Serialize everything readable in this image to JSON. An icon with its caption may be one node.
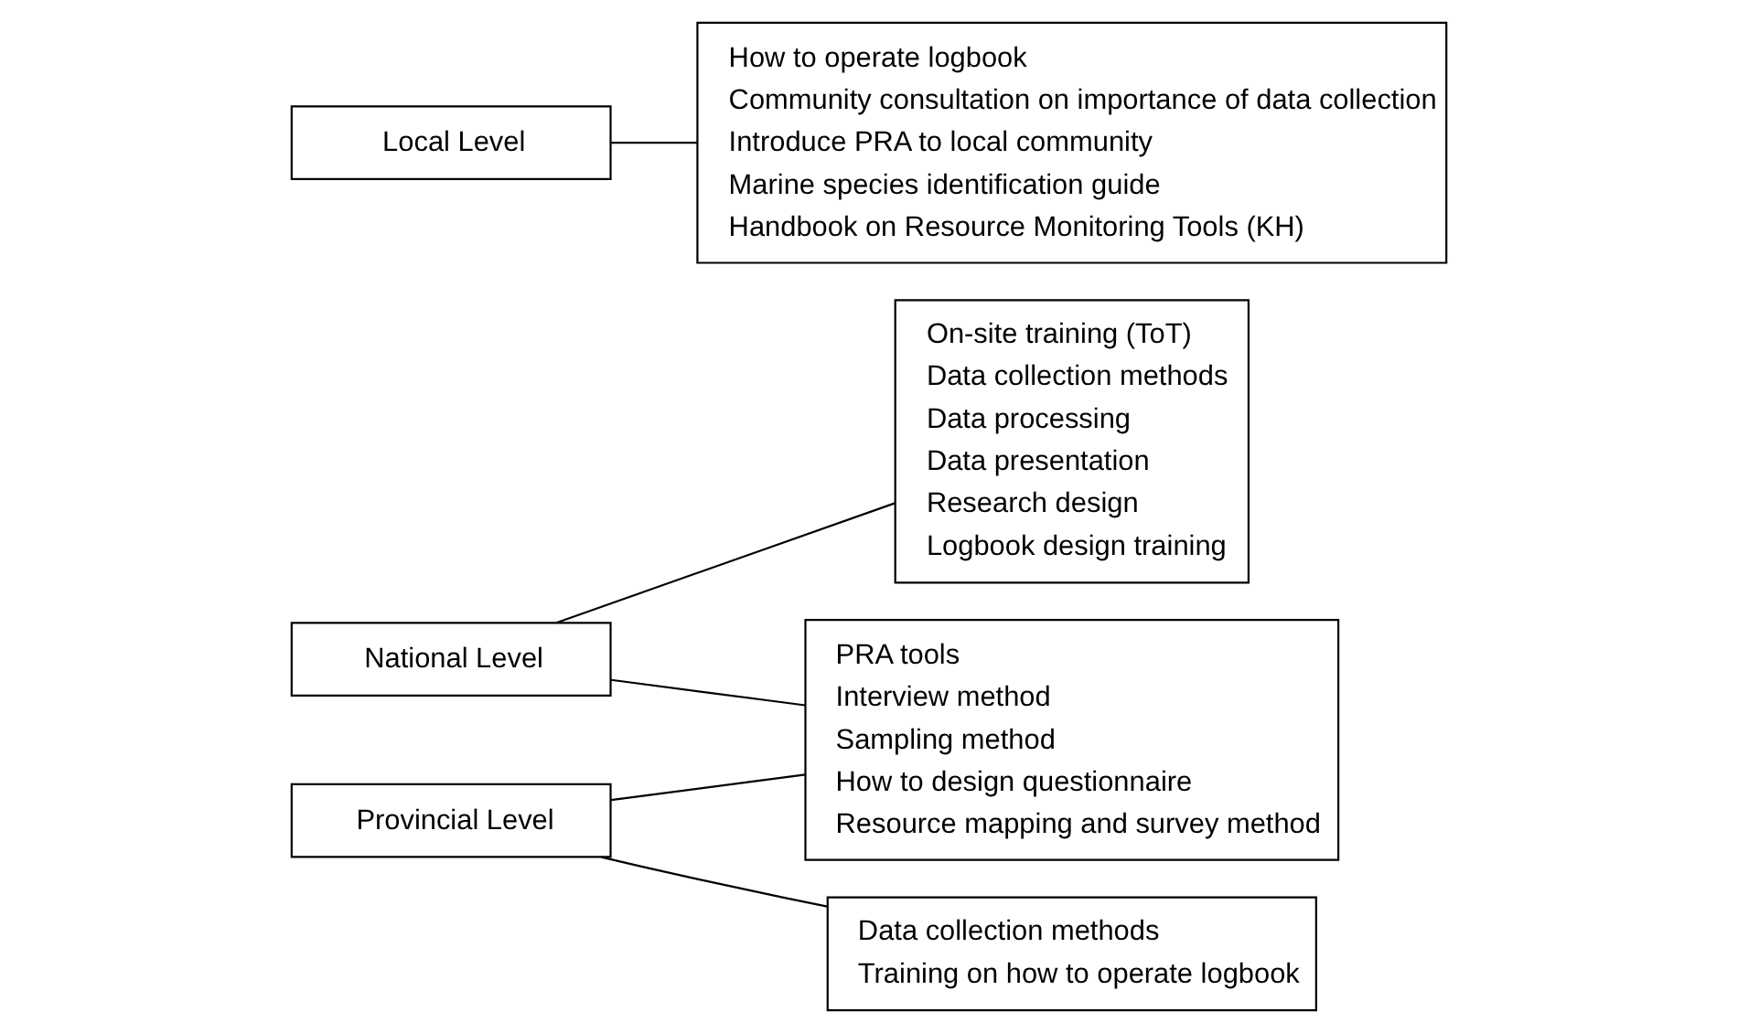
{
  "diagram": {
    "nodes": [
      {
        "text": [
          "National Level"
        ]
      },
      {
        "text": [
          "PRA tools",
          "Interview method",
          "Sampling method",
          "How to design questionnaire",
          "Resource mapping and survey method"
        ]
      },
      {
        "text": [
          "On-site training (ToT)",
          "Data collection methods",
          "Data processing",
          "Data presentation",
          "Research design",
          "Logbook design training"
        ]
      },
      {
        "text": [
          "Data collection methods",
          "Training on how to operate logbook"
        ]
      },
      {
        "text": [
          "Provincial Level"
        ]
      },
      {
        "text": [
          "How to operate logbook",
          "Community consultation on importance of data collection",
          "Introduce PRA to local community",
          "Marine species identification guide",
          "Handbook on Resource Monitoring Tools (KH)"
        ]
      },
      {
        "text": [
          "Local Level"
        ]
      }
    ],
    "edges": [
      {
        "from": 0,
        "to": 2,
        "arrow": "none"
      },
      {
        "from": 0,
        "to": 1,
        "arrow": "none"
      },
      {
        "from": 4,
        "to": 1,
        "arrow": "none"
      },
      {
        "from": 4,
        "to": 3,
        "arrow": "none"
      },
      {
        "from": 6,
        "to": 5,
        "arrow": "none"
      }
    ]
  }
}
